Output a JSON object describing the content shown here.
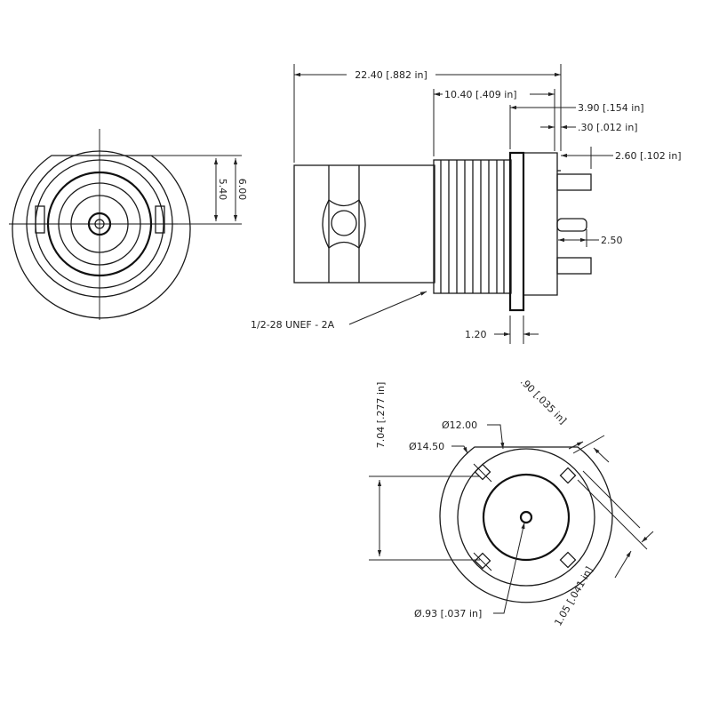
{
  "side_view": {
    "overall_length": "22.40 [.882 in]",
    "thread_length": "10.40 [.409 in]",
    "rear_length": "3.90 [.154 in]",
    "gap": ".30 [.012 in]",
    "pin_length": "2.60 [.102 in]",
    "pin_spacing": "2.50",
    "flange_thickness": "1.20",
    "thread_spec": "1/2-28 UNEF - 2A"
  },
  "front_view": {
    "flat_height_inner": "5.40",
    "flat_height_outer": "6.00"
  },
  "bottom_view": {
    "pin_spacing": "7.04 [.277 in]",
    "inner_diameter": "Ø12.00",
    "outer_diameter": "Ø14.50",
    "pin_width": ".90 [.035 in]",
    "pin_offset": "1.05 [.041 in]",
    "center_pin_diameter": "Ø.93 [.037 in]"
  }
}
